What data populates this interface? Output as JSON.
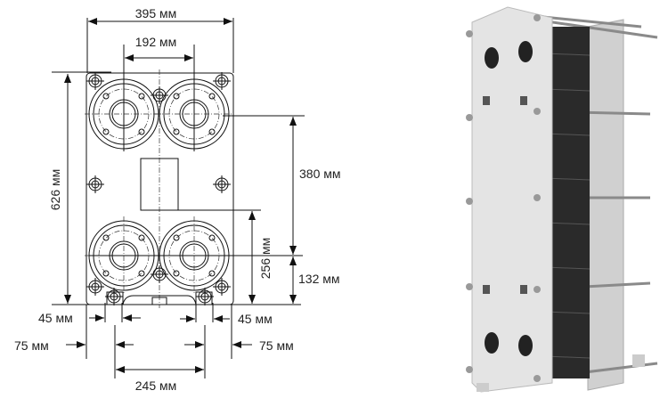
{
  "drawing": {
    "overall_width": "395 мм",
    "port_spacing_horizontal": "192 мм",
    "overall_height": "626 мм",
    "port_spacing_vertical": "380 мм",
    "bottom_port_height": "132 мм",
    "center_to_base": "256 мм",
    "foot_width_left": "45 мм",
    "foot_width_right": "45 мм",
    "foot_offset_left": "75 мм",
    "foot_offset_right": "75 мм",
    "foot_spacing": "245 мм"
  },
  "photo": {
    "subject": "plate-heat-exchanger-photo"
  },
  "colors": {
    "frame": "#e4e4e4",
    "plates": "#2a2a2a",
    "rods": "#8a8a8a"
  }
}
